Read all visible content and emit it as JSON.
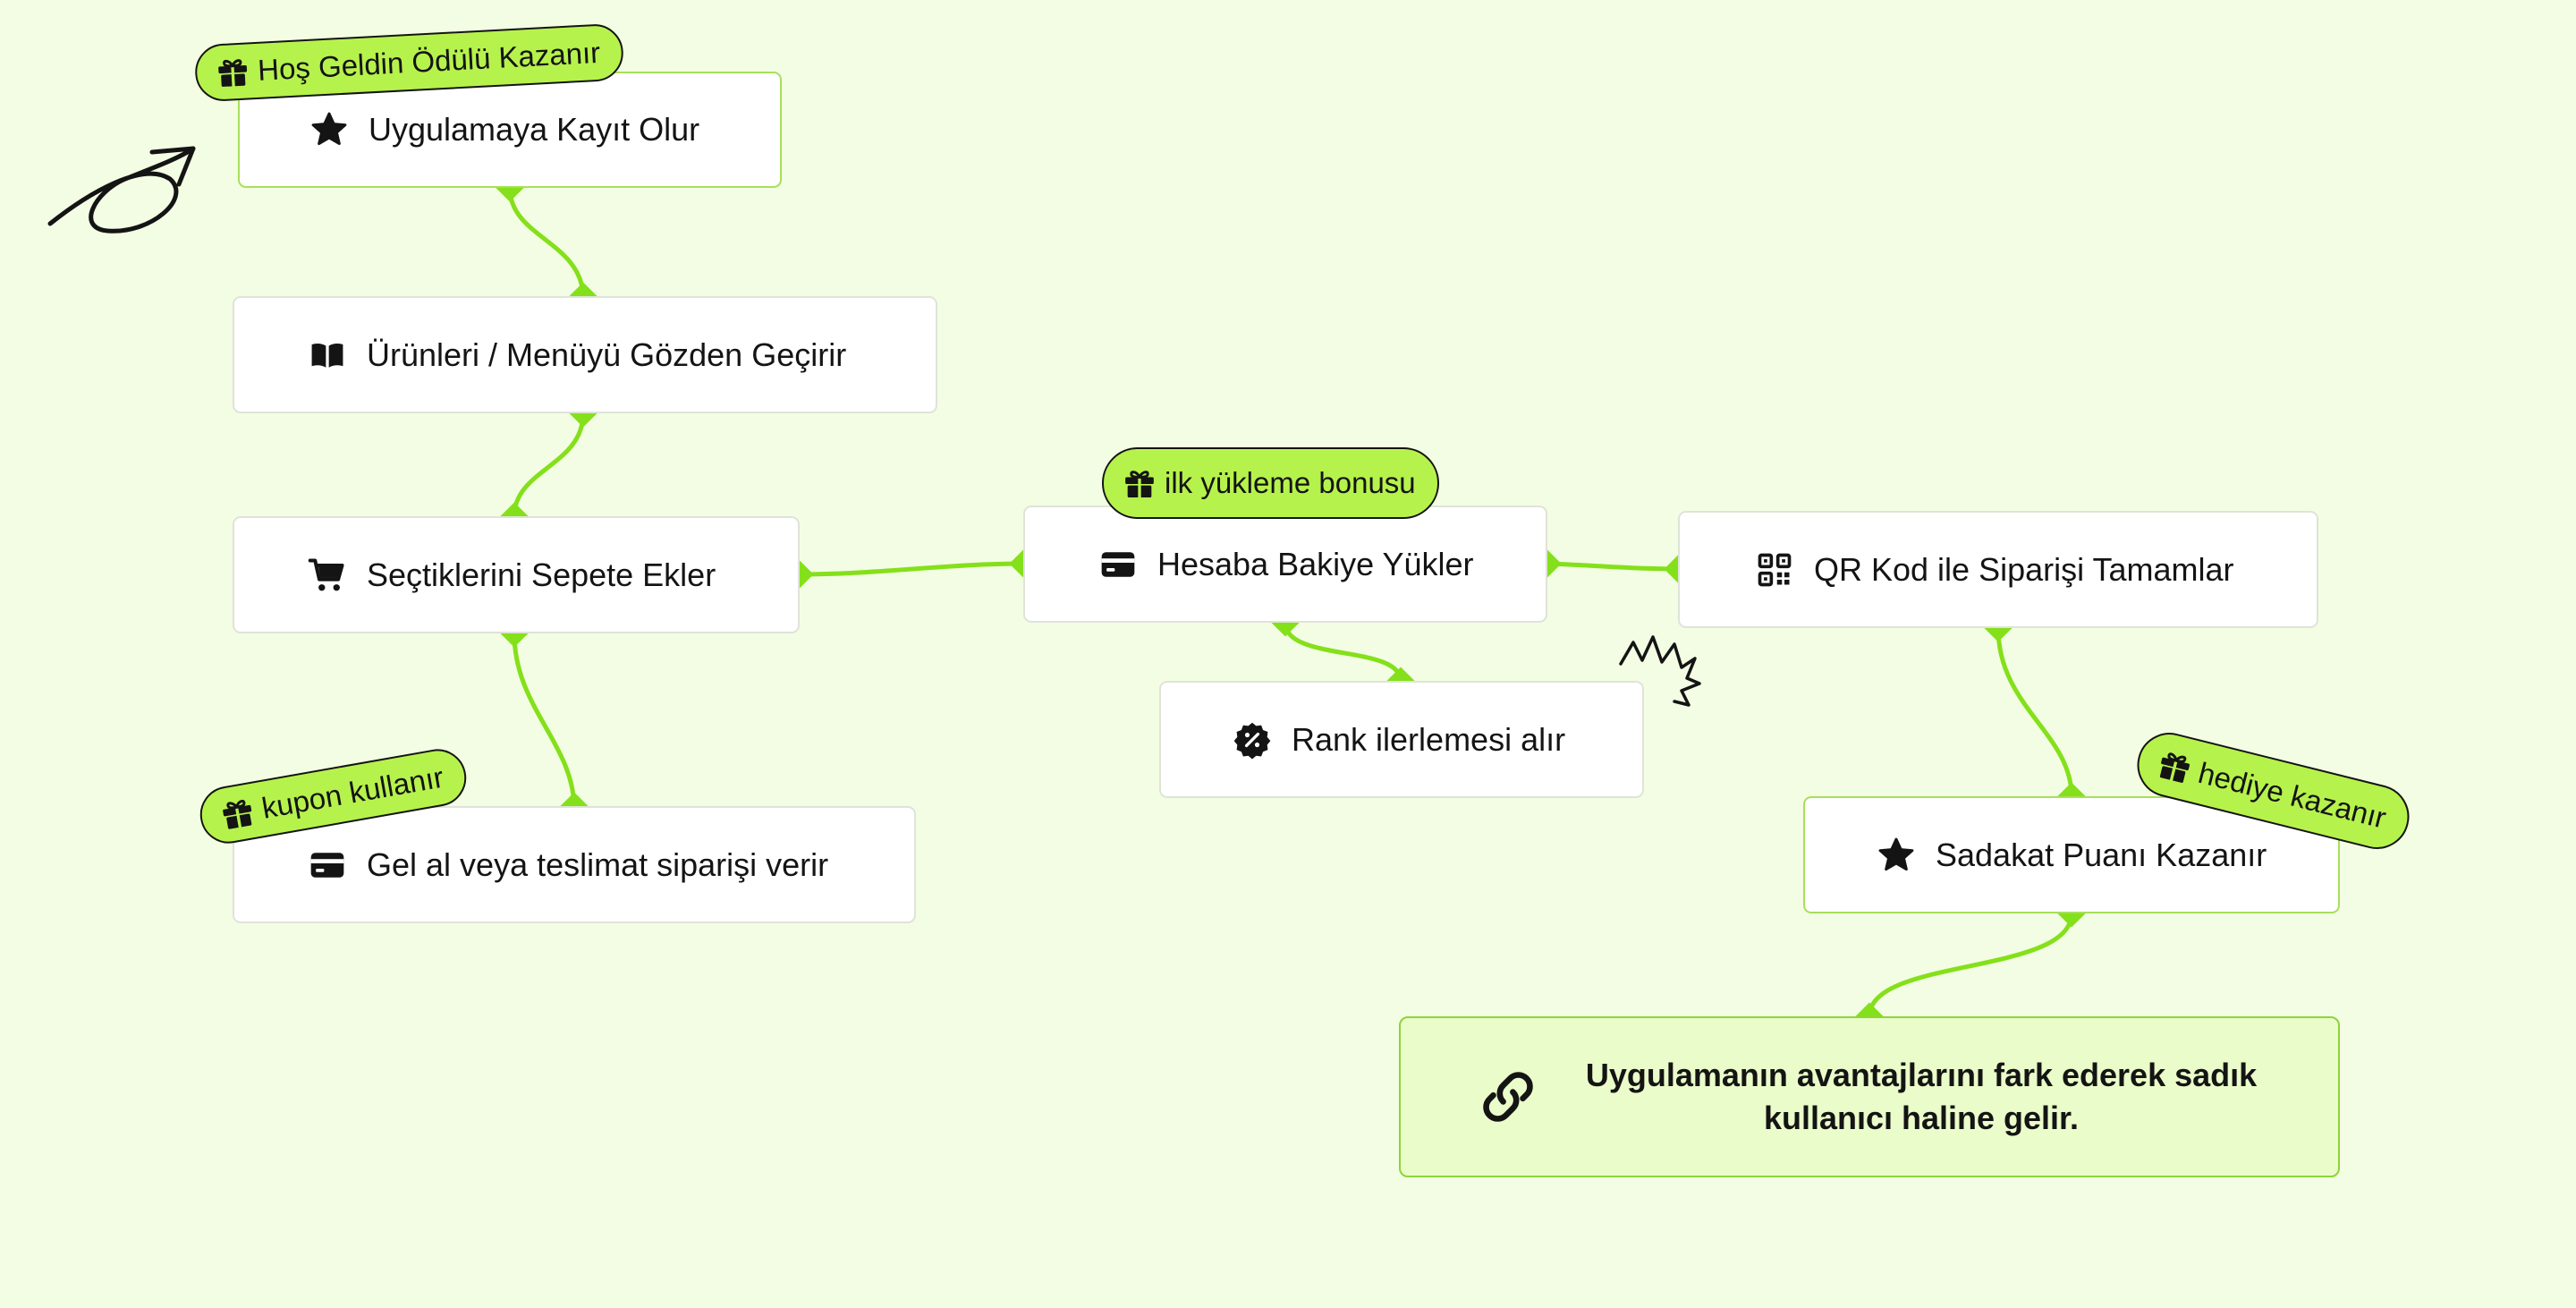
{
  "colors": {
    "background": "#f3fde3",
    "connector": "#84e01a",
    "badge_fill": "#b6f24c",
    "final_fill": "#eafcc9",
    "final_border": "#8ed43c"
  },
  "nodes": {
    "register": {
      "label": "Uygulamaya Kayıt Olur",
      "icon": "star-icon"
    },
    "browse": {
      "label": "Ürünleri / Menüyü Gözden Geçirir",
      "icon": "book-icon"
    },
    "cart": {
      "label": "Seçtiklerini Sepete Ekler",
      "icon": "cart-icon"
    },
    "order": {
      "label": "Gel al veya teslimat siparişi verir",
      "icon": "card-icon"
    },
    "topup": {
      "label": "Hesaba Bakiye Yükler",
      "icon": "card-icon"
    },
    "rank": {
      "label": "Rank ilerlemesi alır",
      "icon": "discount-badge-icon"
    },
    "qr": {
      "label": "QR Kod ile Siparişi  Tamamlar",
      "icon": "qr-code-icon"
    },
    "loyalty": {
      "label": "Sadakat Puanı Kazanır",
      "icon": "star-icon"
    },
    "final": {
      "label": "Uygulamanın avantajlarını fark ederek sadık kullanıcı haline gelir.",
      "icon": "link-icon"
    }
  },
  "badges": {
    "welcome": {
      "label": "Hoş Geldin Ödülü Kazanır",
      "icon": "gift-icon"
    },
    "coupon": {
      "label": "kupon kullanır",
      "icon": "gift-icon"
    },
    "first_topup": {
      "label": "ilk yükleme bonusu",
      "icon": "gift-icon"
    },
    "gift": {
      "label": "hediye kazanır",
      "icon": "gift-icon"
    }
  }
}
